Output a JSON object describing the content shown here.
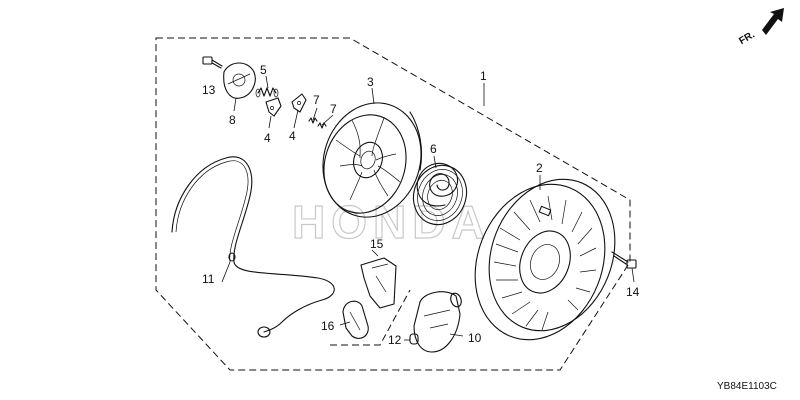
{
  "diagram": {
    "watermark": "HONDA",
    "direction_label": "FR.",
    "drawing_code": "YB84E1103C",
    "callouts": {
      "c1": "1",
      "c2": "2",
      "c3": "3",
      "c4a": "4",
      "c4b": "4",
      "c5": "5",
      "c6": "6",
      "c7a": "7",
      "c7b": "7",
      "c8": "8",
      "c10": "10",
      "c11": "11",
      "c12": "12",
      "c13": "13",
      "c14": "14",
      "c15": "15",
      "c16": "16"
    }
  }
}
